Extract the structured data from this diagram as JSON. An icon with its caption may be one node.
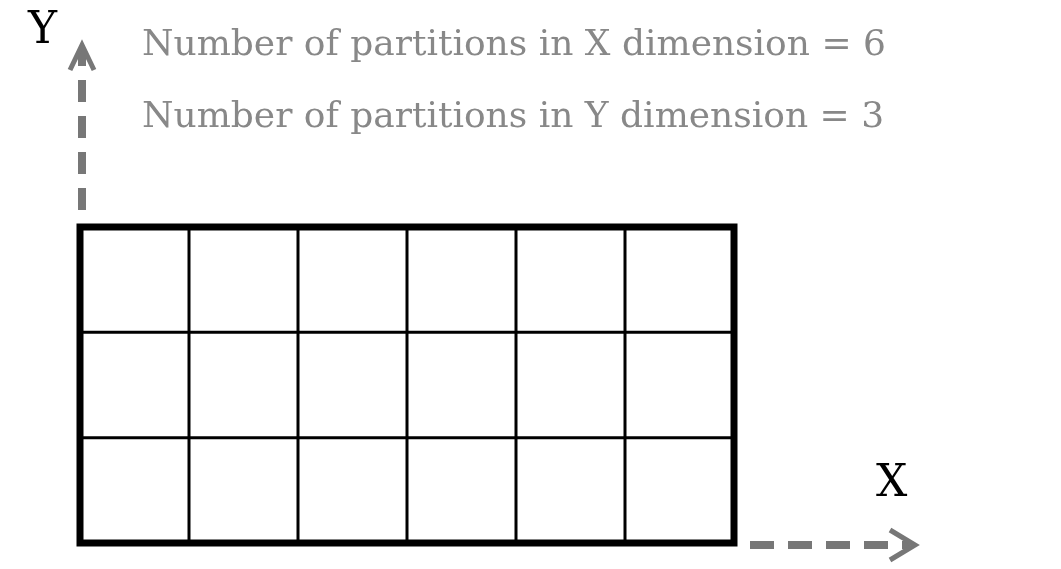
{
  "diagram": {
    "labels": [
      "Y",
      "Number of partitions in X dimension = 6",
      "Number of partitions in Y dimension = 3",
      "X"
    ]
  }
}
